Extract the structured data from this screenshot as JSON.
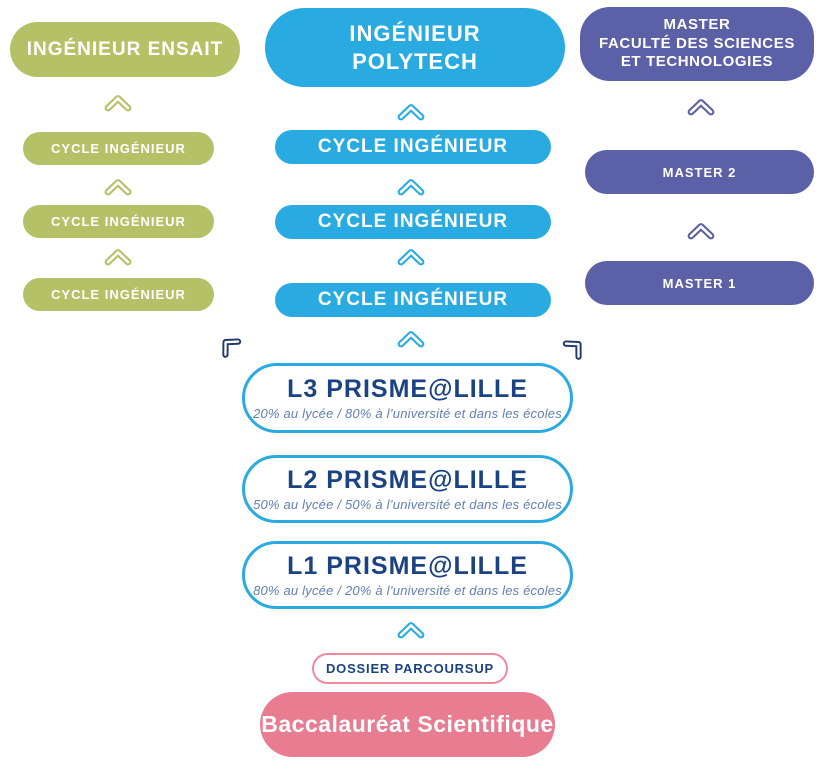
{
  "colors": {
    "green": "#b4c167",
    "cyan": "#29abe2",
    "purple": "#5b60a7",
    "navy": "#1b4383",
    "navydark": "#1f3a68",
    "subtitle": "#6080b3",
    "pink": "#e87d91",
    "pinkborder": "#ef8a9d"
  },
  "ensait": {
    "title": "INGÉNIEUR ENSAIT",
    "steps": [
      "CYCLE INGÉNIEUR",
      "CYCLE INGÉNIEUR",
      "CYCLE INGÉNIEUR"
    ]
  },
  "polytech": {
    "title": "INGÉNIEUR\nPOLYTECH",
    "steps": [
      "CYCLE INGÉNIEUR",
      "CYCLE INGÉNIEUR",
      "CYCLE INGÉNIEUR"
    ]
  },
  "master": {
    "title": "MASTER\nFACULTÉ DES SCIENCES\nET TECHNOLOGIES",
    "steps": [
      "MASTER 2",
      "MASTER 1"
    ]
  },
  "licence": [
    {
      "title": "L3 PRISME@LILLE",
      "subtitle": "20% au lycée / 80% à l’université et dans les écoles"
    },
    {
      "title": "L2 PRISME@LILLE",
      "subtitle": "50% au lycée / 50% à l’université et dans les écoles"
    },
    {
      "title": "L1 PRISME@LILLE",
      "subtitle": "80% au lycée / 20% à l’université et dans les écoles"
    }
  ],
  "admission": "DOSSIER PARCOURSUP",
  "bac": "Baccalauréat Scientifique"
}
